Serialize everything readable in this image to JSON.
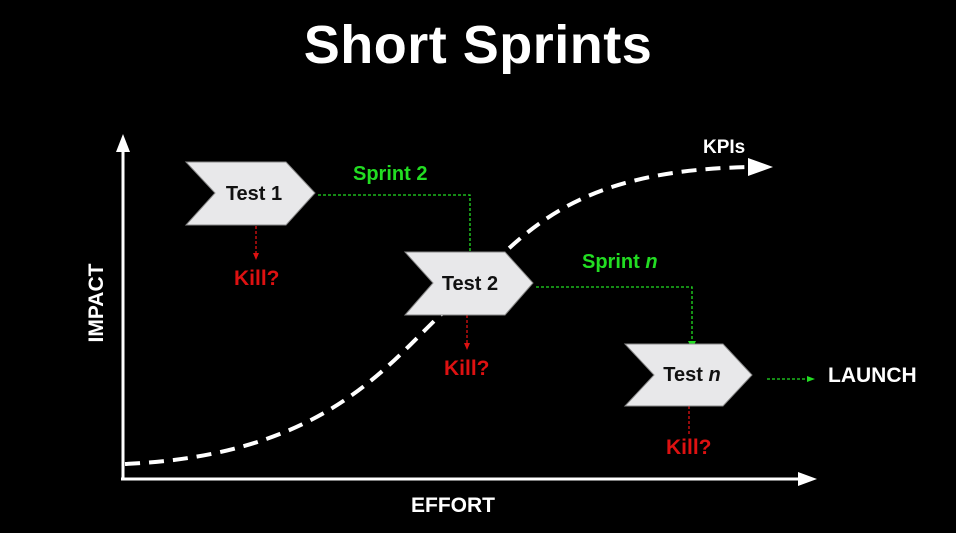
{
  "title": "Short Sprints",
  "axes": {
    "x_label": "EFFORT",
    "y_label": "IMPACT"
  },
  "curve_label": "KPIs",
  "tests": [
    {
      "label": "Test 1",
      "kill_label": "Kill?"
    },
    {
      "label": "Test 2",
      "kill_label": "Kill?"
    },
    {
      "label": "Test ",
      "label_italic": "n",
      "kill_label": "Kill?"
    }
  ],
  "sprints": [
    {
      "label": "Sprint 2"
    },
    {
      "label": "Sprint ",
      "label_italic": "n"
    }
  ],
  "launch_label": "LAUNCH",
  "colors": {
    "background": "#000000",
    "foreground": "#ffffff",
    "sprint": "#22dd22",
    "kill": "#dd1111",
    "box_fill": "#e8e8ea"
  }
}
